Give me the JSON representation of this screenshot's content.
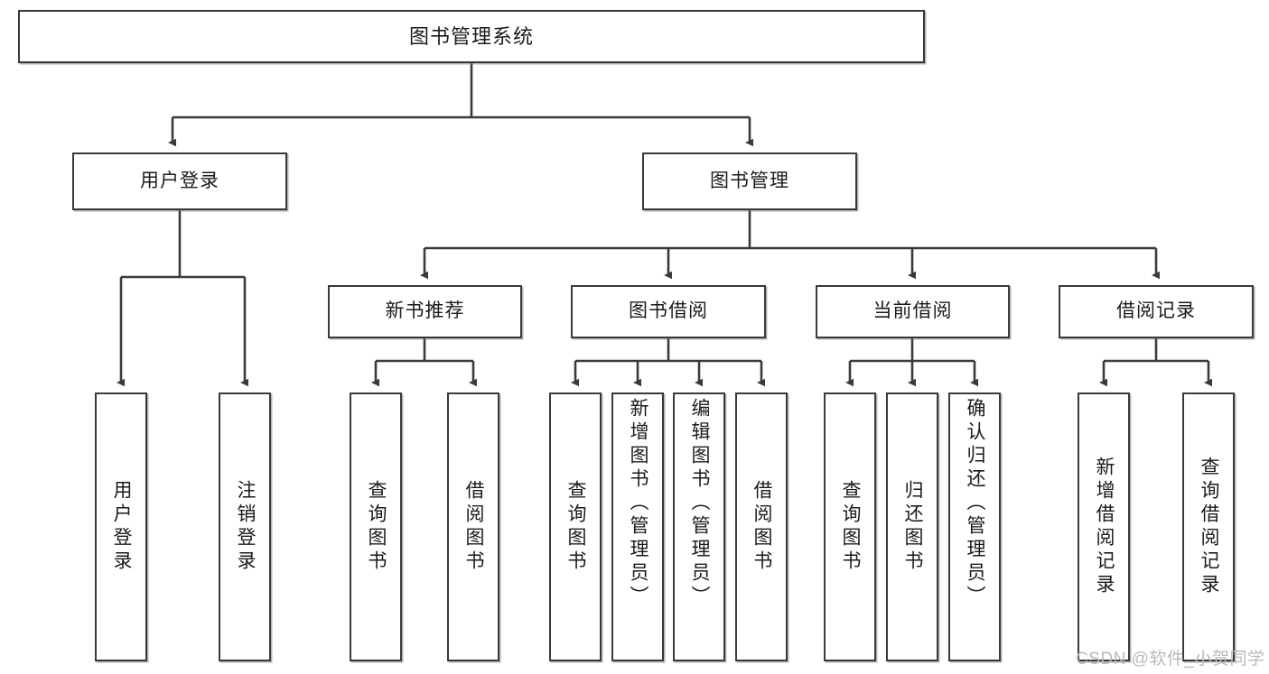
{
  "diagram": {
    "title": "图书管理系统",
    "type": "tree-hierarchy",
    "root": {
      "label": "图书管理系统"
    },
    "level1": [
      {
        "label": "用户登录"
      },
      {
        "label": "图书管理"
      }
    ],
    "level2": [
      {
        "label": "新书推荐"
      },
      {
        "label": "图书借阅"
      },
      {
        "label": "当前借阅"
      },
      {
        "label": "借阅记录"
      }
    ],
    "leaves": {
      "user_login": [
        {
          "label": "用户登录"
        },
        {
          "label": "注销登录"
        }
      ],
      "new_book_recommend": [
        {
          "label": "查询图书"
        },
        {
          "label": "借阅图书"
        }
      ],
      "book_borrow": [
        {
          "label": "查询图书"
        },
        {
          "label": "新增图书（管理员）"
        },
        {
          "label": "编辑图书（管理员）"
        },
        {
          "label": "借阅图书"
        }
      ],
      "current_borrow": [
        {
          "label": "查询图书"
        },
        {
          "label": "归还图书"
        },
        {
          "label": "确认归还（管理员）"
        }
      ],
      "borrow_records": [
        {
          "label": "新增借阅记录"
        },
        {
          "label": "查询借阅记录"
        }
      ]
    }
  },
  "watermark": {
    "text": "CSDN @软件_小贺同学"
  },
  "colors": {
    "stroke": "#3a3a3a",
    "box_fill": "#ffffff",
    "text": "#1b1b1b",
    "watermark": "#b9b9b9"
  }
}
